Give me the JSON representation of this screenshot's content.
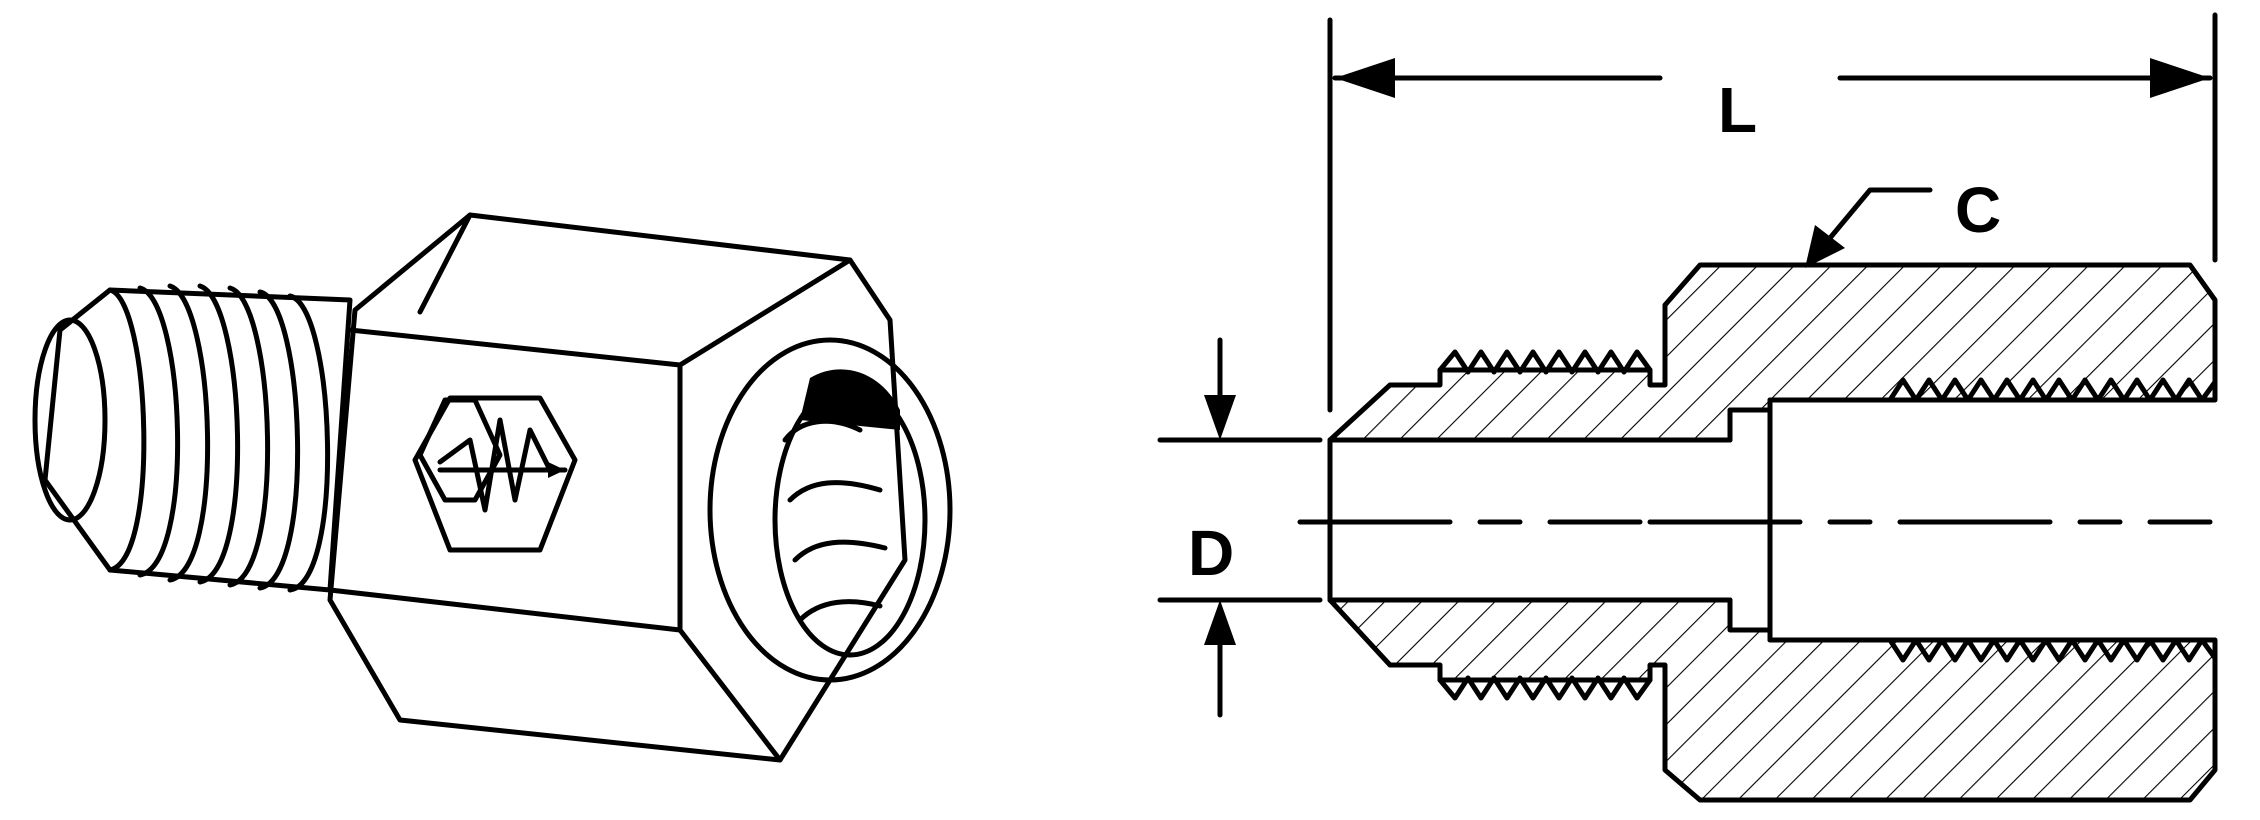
{
  "labels": {
    "length": "L",
    "hex": "C",
    "bore": "D"
  },
  "colors": {
    "ink": "#000000",
    "paper": "#ffffff"
  },
  "icons": [
    "fitting-isometric-icon",
    "manufacturer-logo-icon"
  ]
}
